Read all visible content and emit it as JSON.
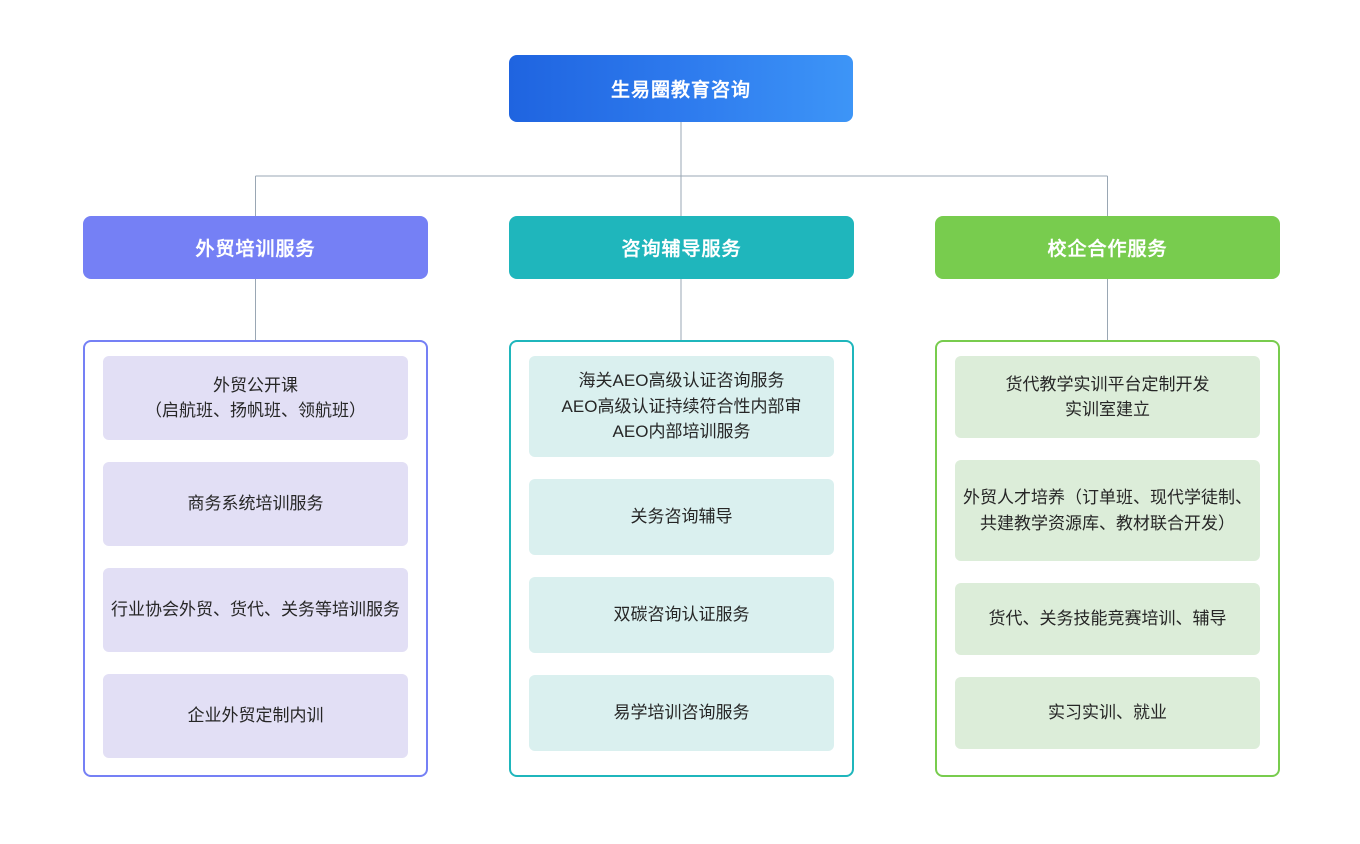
{
  "diagram": {
    "type": "org-chart",
    "root": {
      "label": "生易圈教育咨询",
      "color_start": "#1f64e0",
      "color_end": "#3d95f7"
    },
    "connector_color": "#9aa7b4",
    "branches": [
      {
        "header": "外贸培训服务",
        "header_color": "#7580f5",
        "border_color": "#7580f5",
        "card_color": "#e2dff5",
        "items": [
          "外贸公开课\n（启航班、扬帆班、领航班）",
          "商务系统培训服务",
          "行业协会外贸、货代、关务等培训服务",
          "企业外贸定制内训"
        ]
      },
      {
        "header": "咨询辅导服务",
        "header_color": "#1fb6bc",
        "border_color": "#1fb6bc",
        "card_color": "#daf0ef",
        "items": [
          "海关AEO高级认证咨询服务\nAEO高级认证持续符合性内部审\nAEO内部培训服务",
          "关务咨询辅导",
          "双碳咨询认证服务",
          "易学培训咨询服务"
        ]
      },
      {
        "header": "校企合作服务",
        "header_color": "#78cc4e",
        "border_color": "#78cc4e",
        "card_color": "#dcedd9",
        "items": [
          "货代教学实训平台定制开发\n实训室建立",
          "外贸人才培养（订单班、现代学徒制、共建教学资源库、教材联合开发）",
          "货代、关务技能竞赛培训、辅导",
          "实习实训、就业"
        ]
      }
    ]
  }
}
